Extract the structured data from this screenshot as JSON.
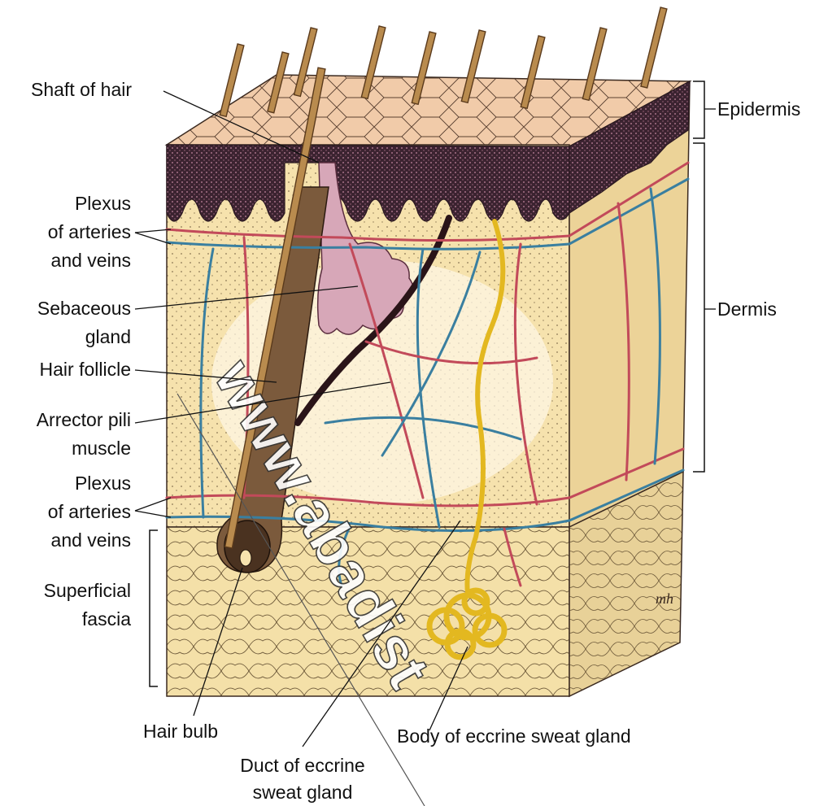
{
  "labels": {
    "shaft_of_hair": "Shaft of hair",
    "plexus_upper": [
      "Plexus",
      "of arteries",
      "and veins"
    ],
    "sebaceous_gland": [
      "Sebaceous",
      "gland"
    ],
    "hair_follicle": "Hair follicle",
    "arrector_pili": [
      "Arrector pili",
      "muscle"
    ],
    "plexus_lower": [
      "Plexus",
      "of arteries",
      "and veins"
    ],
    "superficial_fascia": [
      "Superficial",
      "fascia"
    ],
    "hair_bulb": "Hair bulb",
    "duct_eccrine": [
      "Duct of eccrine",
      "sweat gland"
    ],
    "body_eccrine": "Body of eccrine sweat gland",
    "epidermis": "Epidermis",
    "dermis": "Dermis"
  },
  "watermark": "www.abadist",
  "signature": "mh",
  "colors": {
    "epidermis_surface": "#f1c9a6",
    "epidermis_dark": "#3b2330",
    "dermis": "#f6e2ad",
    "hypodermis": "#f3dfa6",
    "artery": "#c24a5a",
    "vein": "#3a7fa0",
    "sweat_gland": "#e3b820",
    "sebaceous": "#d7a7b8",
    "hair": "#b98b4e"
  }
}
